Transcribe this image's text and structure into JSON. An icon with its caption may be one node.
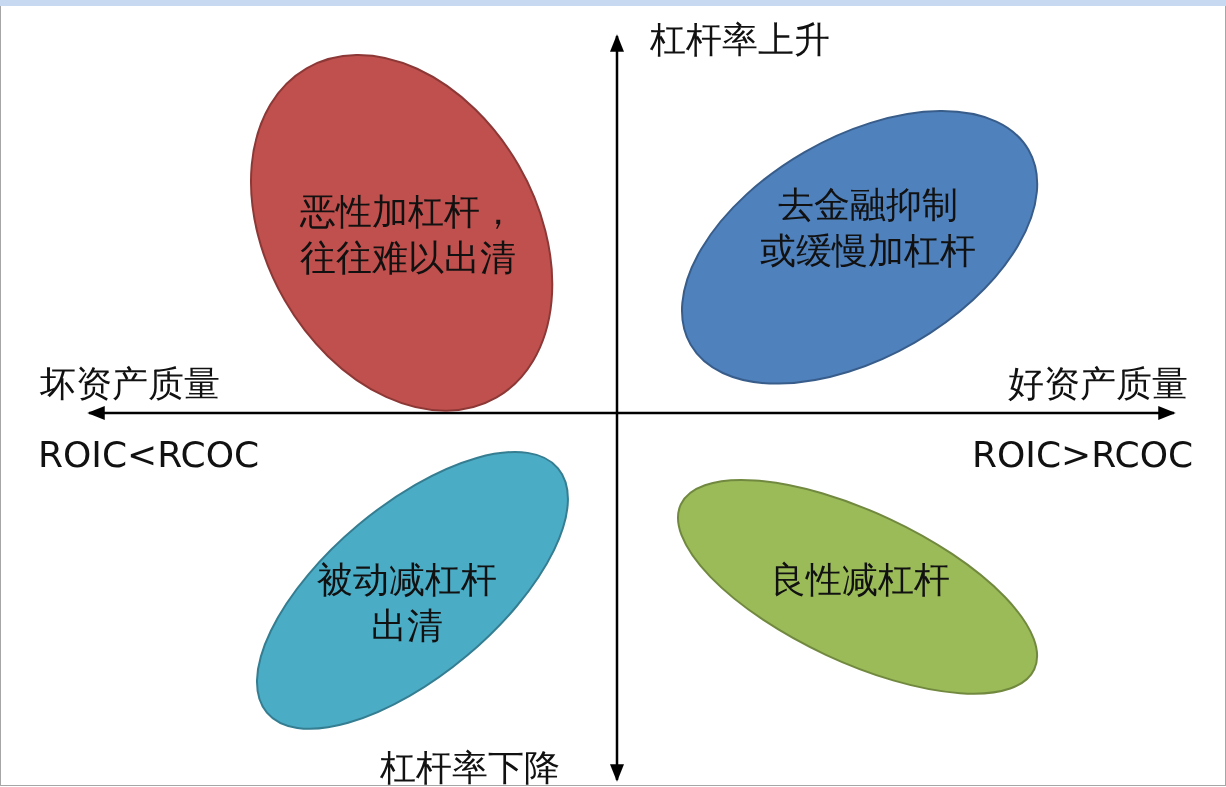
{
  "diagram": {
    "nodes": [
      {
        "text": [
          "恶性加杠杆，往往难以出清"
        ]
      },
      {
        "text": [
          "去金融抑制或缓慢加杠杆"
        ]
      },
      {
        "text": [
          "被动减杠杆出清"
        ]
      },
      {
        "text": [
          "良性减杠杆"
        ]
      }
    ],
    "labels": [
      "杠杆率上升",
      "坏资产质量",
      "好资产质量",
      "ROIC<RCOC",
      "ROIC>RCOC",
      "杠杆率下降"
    ]
  }
}
